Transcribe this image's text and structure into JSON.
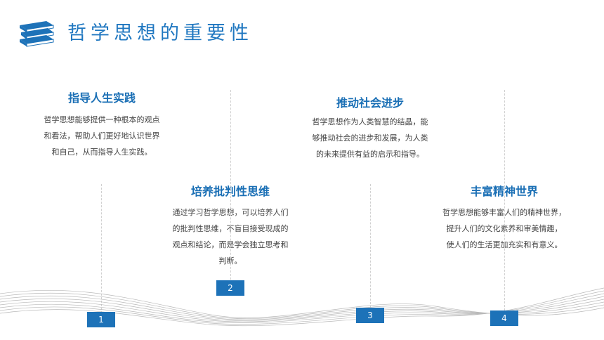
{
  "title": "哲学思想的重要性",
  "icons": {
    "logo": "stacked-books-icon"
  },
  "colors": {
    "accent": "#1d72b8",
    "heading": "#1a6fb5",
    "text": "#444444"
  },
  "items": [
    {
      "heading": "指导人生实践",
      "lines": [
        "哲学思想能够提供一种根本的观点",
        "和看法，帮助人们更好地认识世界",
        "和自己，从而指导人生实践。"
      ],
      "number": "1"
    },
    {
      "heading": "培养批判性思维",
      "lines": [
        "通过学习哲学思想，可以培养人们",
        "的批判性思维，不盲目接受现成的",
        "观点和结论，而是学会独立思考和",
        "判断。"
      ],
      "number": "2"
    },
    {
      "heading": "推动社会进步",
      "lines": [
        "哲学思想作为人类智慧的结晶，能",
        "够推动社会的进步和发展，为人类",
        "的未来提供有益的启示和指导。"
      ],
      "number": "3"
    },
    {
      "heading": "丰富精神世界",
      "lines": [
        "哲学思想能够丰富人们的精神世界，",
        "提升人们的文化素养和审美情趣，",
        "使人们的生活更加充实和有意义。"
      ],
      "number": "4"
    }
  ]
}
